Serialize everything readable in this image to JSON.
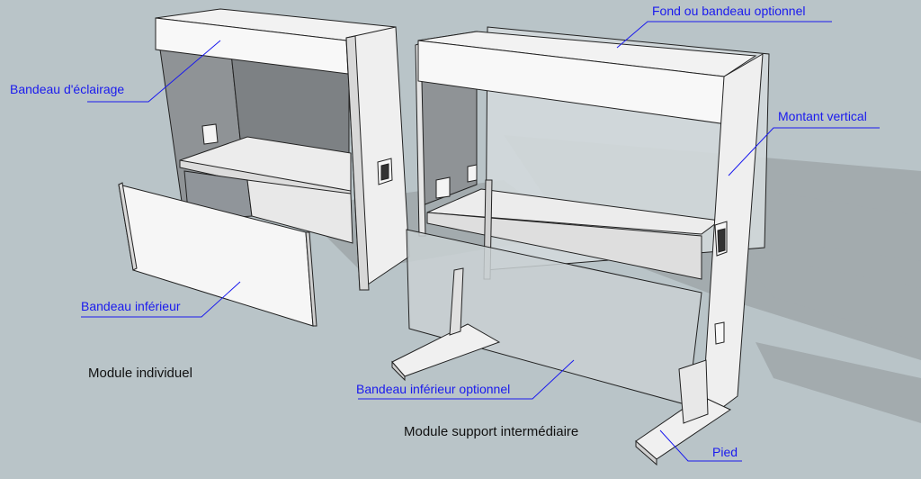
{
  "labels": {
    "fond": "Fond ou bandeau optionnel",
    "eclairage": "Bandeau d'éclairage",
    "montant": "Montant vertical",
    "inferieur": "Bandeau inférieur",
    "inferieur_opt": "Bandeau inférieur optionnel",
    "pied": "Pied",
    "module_ind": "Module individuel",
    "module_sup": "Module support intermédiaire"
  },
  "colors": {
    "background": "#b9c4c8",
    "panel": "#f4f4f4",
    "shadow": "#9ea6a9",
    "leader": "#1a1aee"
  }
}
